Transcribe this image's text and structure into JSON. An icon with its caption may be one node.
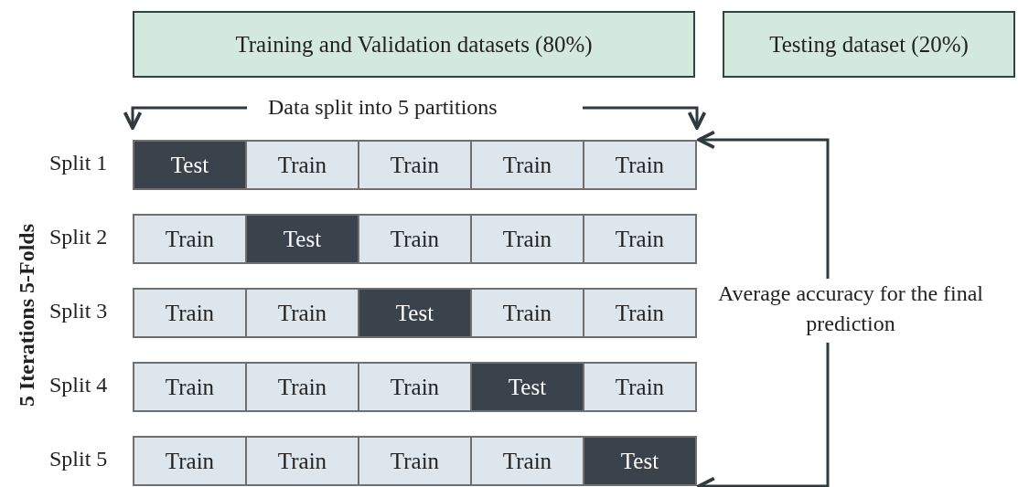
{
  "diagram": {
    "nodes": [
      {
        "text": [
          "Training and Validation datasets (80%)"
        ]
      },
      {
        "text": [
          "Testing dataset (20%)"
        ]
      },
      {
        "text": [],
        "shape": "bar"
      },
      {
        "text": [
          "Test"
        ],
        "in": 2
      },
      {
        "text": [
          "Train"
        ],
        "in": 2
      },
      {
        "text": [
          "Train"
        ],
        "in": 2
      },
      {
        "text": [
          "Train"
        ],
        "in": 2
      },
      {
        "text": [
          "Train"
        ],
        "in": 2
      },
      {
        "text": [],
        "shape": "bar"
      },
      {
        "text": [
          "Train"
        ],
        "in": 8
      },
      {
        "text": [
          "Test"
        ],
        "in": 8
      },
      {
        "text": [
          "Train"
        ],
        "in": 8
      },
      {
        "text": [
          "Train"
        ],
        "in": 8
      },
      {
        "text": [
          "Train"
        ],
        "in": 8
      },
      {
        "text": [],
        "shape": "bar"
      },
      {
        "text": [
          "Train"
        ],
        "in": 14
      },
      {
        "text": [
          "Train"
        ],
        "in": 14
      },
      {
        "text": [
          "Test"
        ],
        "in": 14
      },
      {
        "text": [
          "Train"
        ],
        "in": 14
      },
      {
        "text": [
          "Train"
        ],
        "in": 14
      },
      {
        "text": [],
        "shape": "bar"
      },
      {
        "text": [
          "Train"
        ],
        "in": 20
      },
      {
        "text": [
          "Train"
        ],
        "in": 20
      },
      {
        "text": [
          "Train"
        ],
        "in": 20
      },
      {
        "text": [
          "Test"
        ],
        "in": 20
      },
      {
        "text": [
          "Train"
        ],
        "in": 20
      },
      {
        "text": [],
        "shape": "bar"
      },
      {
        "text": [
          "Train"
        ],
        "in": 26
      },
      {
        "text": [
          "Train"
        ],
        "in": 26
      },
      {
        "text": [
          "Train"
        ],
        "in": 26
      },
      {
        "text": [
          "Train"
        ],
        "in": 26
      },
      {
        "text": [
          "Test"
        ],
        "in": 26
      },
      {
        "text": [
          "Average accuracy for the final prediction"
        ]
      }
    ],
    "edges": [
      {
        "from": 32,
        "to": 2,
        "arrow": "to"
      },
      {
        "from": 32,
        "to": 26,
        "arrow": "to"
      }
    ],
    "labels": [
      "Data split into 5 partitions",
      "5 Iterations 5-Folds",
      "Split 1",
      "Split 2",
      "Split 3",
      "Split 4",
      "Split 5"
    ]
  }
}
